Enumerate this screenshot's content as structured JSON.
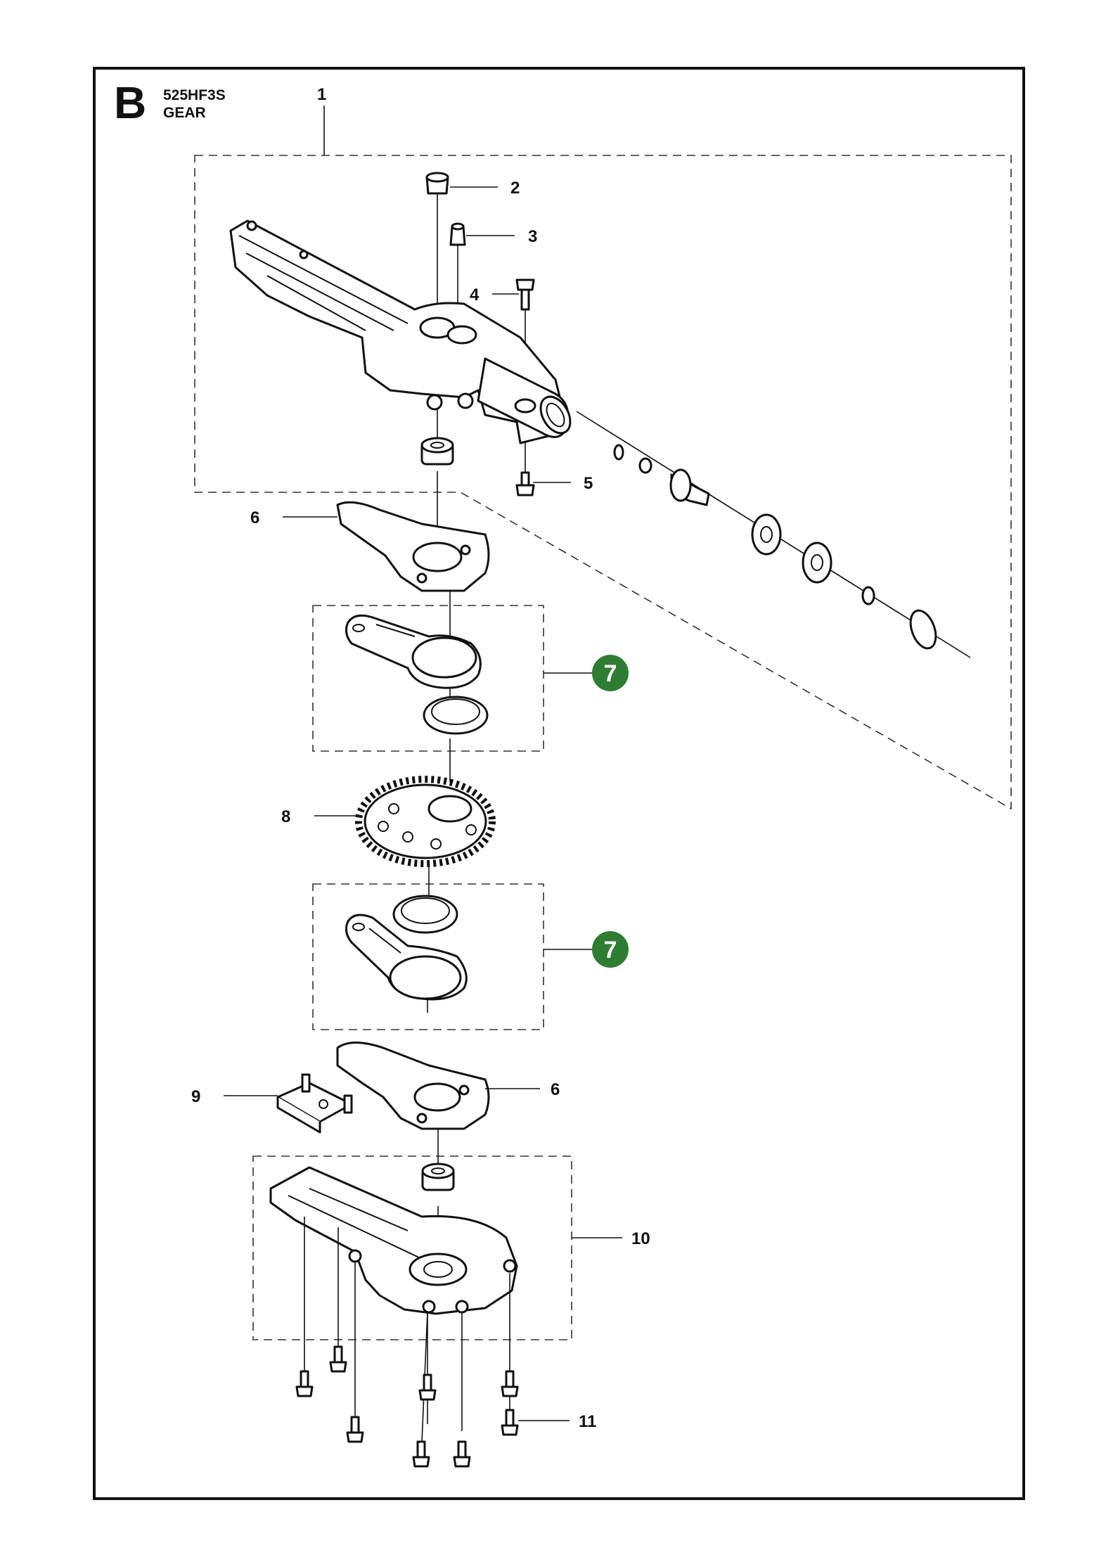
{
  "header": {
    "section_letter": "B",
    "model": "525HF3S",
    "assembly": "GEAR"
  },
  "callouts": [
    {
      "id": "p1",
      "label": "1"
    },
    {
      "id": "p2",
      "label": "2"
    },
    {
      "id": "p3",
      "label": "3"
    },
    {
      "id": "p4",
      "label": "4"
    },
    {
      "id": "p5",
      "label": "5"
    },
    {
      "id": "p6a",
      "label": "6"
    },
    {
      "id": "p7a",
      "label": "7"
    },
    {
      "id": "p8",
      "label": "8"
    },
    {
      "id": "p7b",
      "label": "7"
    },
    {
      "id": "p9",
      "label": "9"
    },
    {
      "id": "p6b",
      "label": "6"
    },
    {
      "id": "p10",
      "label": "10"
    },
    {
      "id": "p11",
      "label": "11"
    }
  ],
  "colors": {
    "highlight_callout": "#2e7d32",
    "line": "#111111"
  }
}
